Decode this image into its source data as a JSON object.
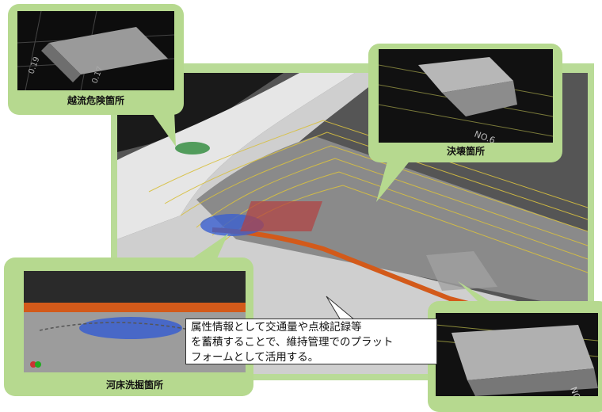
{
  "callouts": {
    "overflow": "越流危険箇所",
    "breach": "決壊箇所",
    "scour": "河床洗掘箇所"
  },
  "note": {
    "line1": "属性情報として交通量や点検記録等",
    "line2": "を蓄積することで、維持管理でのプラット",
    "line3": "フォームとして活用する。"
  },
  "colors": {
    "callout_fill": "#b6d98f",
    "frame_fill": "#b9db97",
    "scene_bg": "#555555",
    "levee_orange": "#d35a1a",
    "contour_yellow": "#d8c040",
    "scour_blue": "#3a5fcf"
  }
}
